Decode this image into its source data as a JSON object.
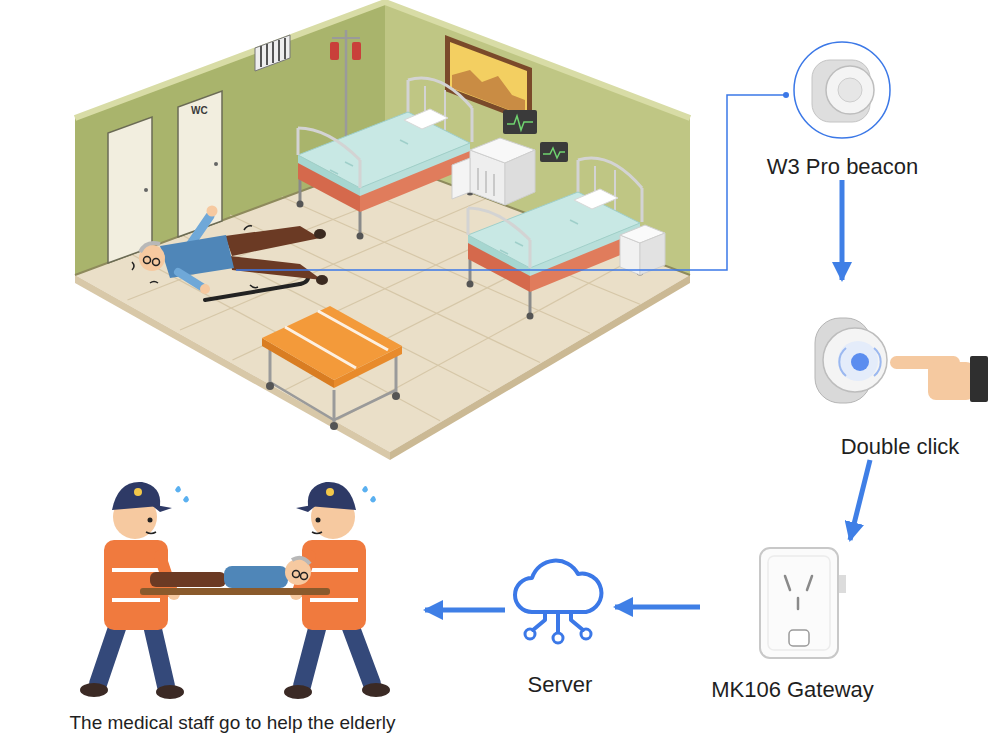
{
  "diagram": {
    "nodes": [
      {
        "text": [
          "W3 Pro beacon"
        ]
      },
      {
        "text": [
          "Double click"
        ]
      },
      {
        "text": [
          "MK106 Gateway"
        ]
      },
      {
        "text": [
          "Server"
        ]
      },
      {
        "text": [
          "The medical staff go to help the elderly"
        ]
      }
    ],
    "edges": [
      {
        "from": 0,
        "to": 1,
        "arrow": "to"
      },
      {
        "from": 1,
        "to": 2,
        "arrow": "to"
      },
      {
        "from": 2,
        "to": 3,
        "arrow": "to"
      },
      {
        "from": 3,
        "to": 4,
        "arrow": "to"
      }
    ],
    "labels": [
      "WC"
    ]
  }
}
